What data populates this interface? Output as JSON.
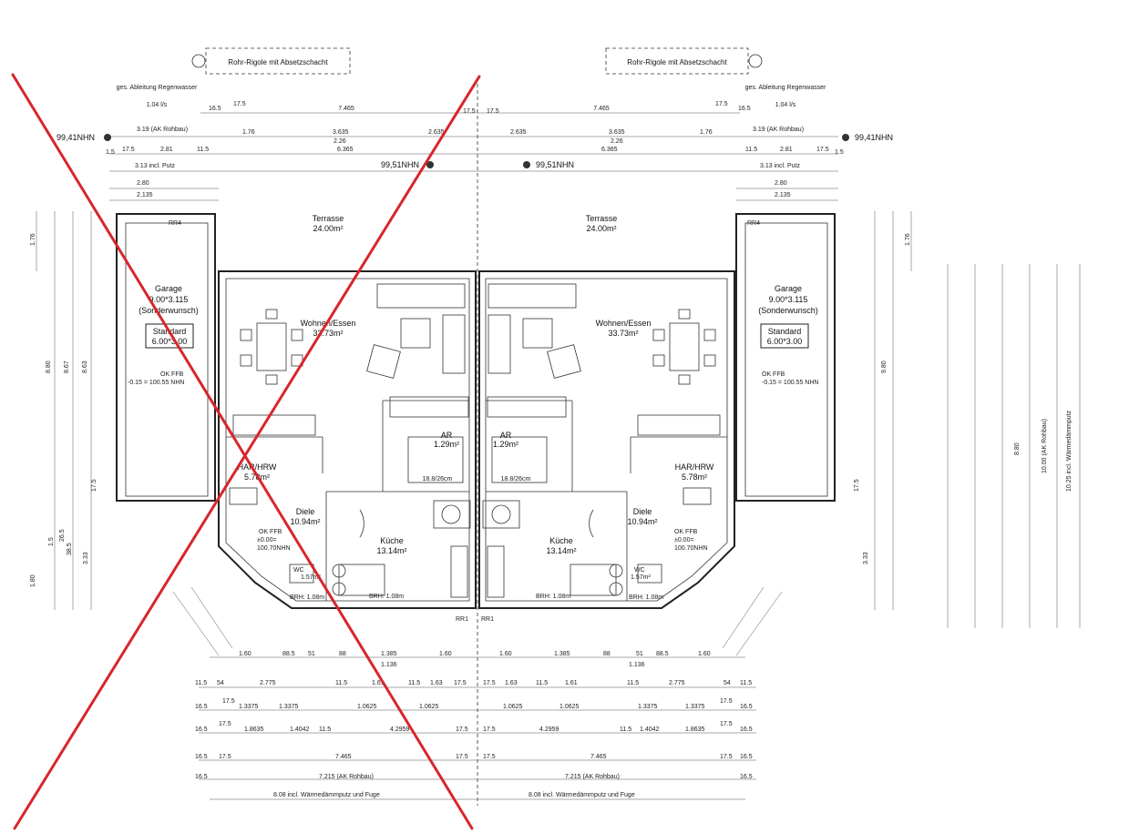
{
  "plan": {
    "rigole_label": "Rohr-Rigole mit Absetzschacht",
    "drain_label": "ges. Ableitung Regenwasser",
    "drain_rate": "1.04 l/s",
    "level_outer": "99,41NHN",
    "level_inner": "99,51NHN",
    "outer_width_label": "3.19 (AK Rohbau)",
    "garage_width_label": "3.13 incl. Putz",
    "left": {
      "terrace": {
        "name": "Terrasse",
        "area": "24.00m²"
      },
      "living": {
        "name": "Wohnen/Essen",
        "area": "33.73m²"
      },
      "ar": {
        "name": "AR",
        "area": "1.29m²"
      },
      "har": {
        "name": "HAR/HRW",
        "area": "5.78m²"
      },
      "hall": {
        "name": "Diele",
        "area": "10.94m²"
      },
      "kitchen": {
        "name": "Küche",
        "area": "13.14m²"
      },
      "wc": {
        "name": "WC",
        "area": "1.57m²"
      },
      "stairs": "18.8/26cm",
      "okffb": "OK FFB",
      "okffb_val": "±0.00=",
      "okffb_nhn": "100.70NHN",
      "brh": "BRH: 1.08m",
      "brh_kitchen": "BRH: 1.08m"
    },
    "right": {
      "terrace": {
        "name": "Terrasse",
        "area": "24.00m²"
      },
      "living": {
        "name": "Wohnen/Essen",
        "area": "33.73m²"
      },
      "ar": {
        "name": "AR",
        "area": "1.29m²"
      },
      "har": {
        "name": "HAR/HRW",
        "area": "5.78m²"
      },
      "hall": {
        "name": "Diele",
        "area": "10.94m²"
      },
      "kitchen": {
        "name": "Küche",
        "area": "13.14m²"
      },
      "wc": {
        "name": "WC",
        "area": "1.57m²"
      },
      "stairs": "18.8/26cm",
      "okffb": "OK FFB",
      "okffb_val": "±0.00=",
      "okffb_nhn": "100.70NHN",
      "brh": "BRH: 1.08m",
      "brh_kitchen": "BRH: 1.08m"
    },
    "garage": {
      "title": "Garage",
      "size": "9.00*3.115",
      "note": "(Sonderwunsch)",
      "standard": "Standard",
      "standard_size": "6.00*3.00",
      "okffb": "OK FFB",
      "okffb_val": "-0.15 = 100.55 NHN"
    },
    "rr4": "RR4",
    "rr1": "RR1",
    "dims": {
      "top_row1": [
        "16.5",
        "17.5",
        "7.465",
        "17.5",
        "17.5",
        "7.465",
        "17.5",
        "16.5"
      ],
      "top_row2": [
        "1.76",
        "3.635",
        "2.26",
        "2.635",
        "2.635",
        "3.635",
        "2.26",
        "1.76"
      ],
      "top_row3": [
        "1.5",
        "17.5",
        "2.81",
        "11.5",
        "6.365",
        "6.365",
        "11.5",
        "2.81",
        "17.5",
        "1.5"
      ],
      "garage_row": [
        "2.80",
        "2.135"
      ],
      "bottom_total": "7.215 (AK Rohbau)",
      "bottom_total2": "7.465",
      "bottom_overall": "8.08 incl. Wärmedämmputz und Fuge",
      "bottom_mid": [
        "1.60",
        "88.5",
        "51",
        "88",
        "1.385",
        "1.60"
      ],
      "bottom_row2": [
        "11.5",
        "54",
        "2.775",
        "11.5",
        "1.61",
        "11.5",
        "1.63",
        "17.5"
      ],
      "bottom_row3": [
        "16.5",
        "17.5",
        "1.3375",
        "1.3375",
        "1.0625",
        "1.0625"
      ],
      "bottom_row4": [
        "16.5",
        "17.5",
        "1.8635",
        "1.4042",
        "11.5",
        "4.2959",
        "17.5"
      ],
      "bottom_row5": [
        "16.5",
        "17.5",
        "7.465",
        "17.5"
      ],
      "bottom_136": "1.136",
      "right_vert": [
        "10.25 incl. Wärmedämmputz",
        "10.00 (AK Rohbau)",
        "9.80"
      ],
      "left_vert": [
        "8.80",
        "8.67",
        "8.63"
      ],
      "side_small": [
        "1.76",
        "17.5",
        "1.5",
        "3.33",
        "1.80",
        "1.50",
        "38.5",
        "26.5"
      ]
    }
  }
}
